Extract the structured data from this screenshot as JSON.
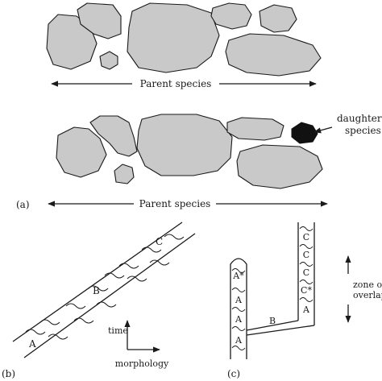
{
  "panel_a": {
    "top_axis_label": "Parent species",
    "bottom_axis_label": "Parent species",
    "daughter_label_line1": "daughter",
    "daughter_label_line2": "species",
    "panel_label": "(a)"
  },
  "panel_b": {
    "panel_label": "(b)",
    "stage_labels": [
      "A",
      "B",
      "C"
    ],
    "y_axis_label": "time",
    "x_axis_label": "morphology"
  },
  "panel_c": {
    "panel_label": "(c)",
    "left_branch_labels": [
      "A*",
      "A",
      "A",
      "A"
    ],
    "bridge_label": "B",
    "right_branch_labels": [
      "C",
      "C",
      "C",
      "C*",
      "A"
    ],
    "overlap_label_line1": "zone of",
    "overlap_label_line2": "overlap"
  },
  "colors": {
    "population_fill": "#c9c9c9",
    "daughter_fill": "#111111",
    "ink": "#1a1a1a"
  }
}
